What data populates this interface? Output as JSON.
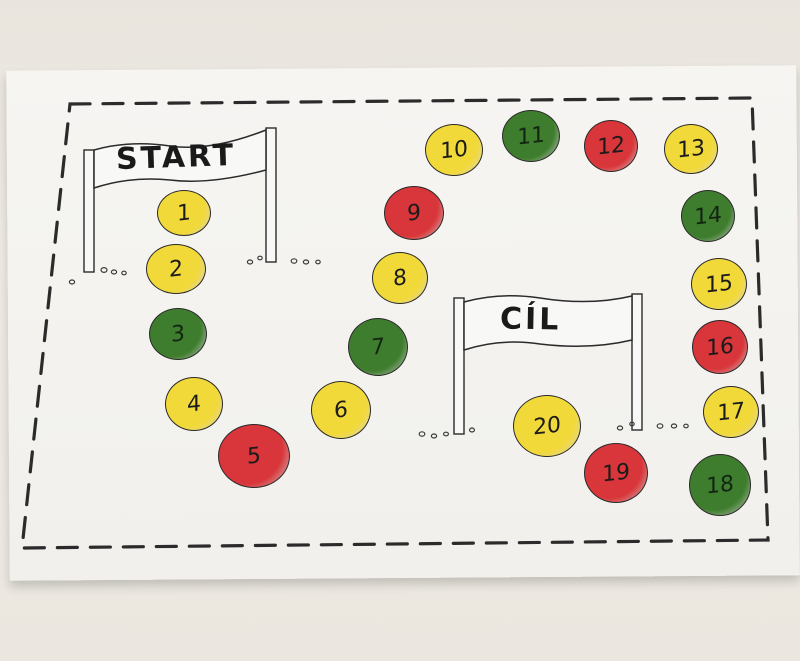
{
  "board": {
    "start_label": "START",
    "finish_label": "CÍL",
    "colors": {
      "yellow": "#f2d93a",
      "green": "#3f7d2e",
      "red": "#d8363a",
      "paper": "#f4f3ef",
      "ink": "#1f1f1f"
    },
    "fields": [
      {
        "number": "1",
        "color": "yellow"
      },
      {
        "number": "2",
        "color": "yellow"
      },
      {
        "number": "3",
        "color": "green"
      },
      {
        "number": "4",
        "color": "yellow"
      },
      {
        "number": "5",
        "color": "red"
      },
      {
        "number": "6",
        "color": "yellow"
      },
      {
        "number": "7",
        "color": "green"
      },
      {
        "number": "8",
        "color": "yellow"
      },
      {
        "number": "9",
        "color": "red"
      },
      {
        "number": "10",
        "color": "yellow"
      },
      {
        "number": "11",
        "color": "green"
      },
      {
        "number": "12",
        "color": "red"
      },
      {
        "number": "13",
        "color": "yellow"
      },
      {
        "number": "14",
        "color": "green"
      },
      {
        "number": "15",
        "color": "yellow"
      },
      {
        "number": "16",
        "color": "red"
      },
      {
        "number": "17",
        "color": "yellow"
      },
      {
        "number": "18",
        "color": "green"
      },
      {
        "number": "19",
        "color": "red"
      },
      {
        "number": "20",
        "color": "yellow"
      }
    ]
  }
}
